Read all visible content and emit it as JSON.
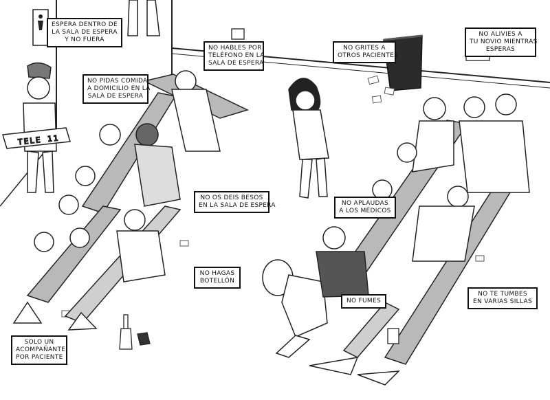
{
  "scene": {
    "style": "black-and-white comic illustration of a hospital waiting room",
    "pizza_box_text": "TELE 11"
  },
  "captions": {
    "wait_inside": [
      "ESPERA DENTRO DE",
      "LA SALA DE ESPERA",
      "Y NO FUERA"
    ],
    "no_phone": [
      "NO HABLES POR",
      "TELÉFONO EN LA",
      "SALA DE ESPERA"
    ],
    "no_food_delivery": [
      "NO PIDAS COMIDA",
      "A DOMICILIO EN LA",
      "SALA DE ESPERA"
    ],
    "no_shouting": [
      "NO GRITES A",
      "OTROS PACIENTES"
    ],
    "no_comfort": [
      "NO ALIVIES A",
      "TU NOVIO MIENTRAS",
      "ESPERAS"
    ],
    "no_kissing": [
      "NO OS DEIS BESOS",
      "EN LA SALA DE ESPERA"
    ],
    "no_applause": [
      "NO APLAUDAS",
      "A LOS MÉDICOS"
    ],
    "no_drinking": [
      "NO HAGAS",
      "BOTELLÓN"
    ],
    "no_smoking": [
      "NO FUMES"
    ],
    "no_lying": [
      "NO TE TUMBES",
      "EN VARIAS SILLAS"
    ],
    "one_companion": [
      "SOLO UN",
      "ACOMPAÑANTE",
      "POR PACIENTE"
    ]
  }
}
